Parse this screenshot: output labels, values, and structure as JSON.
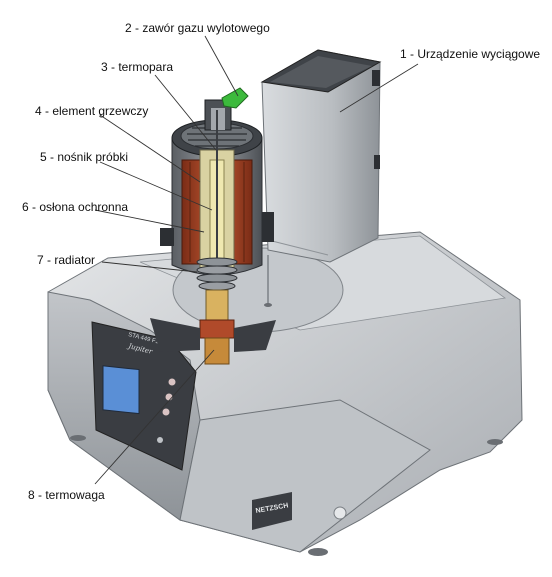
{
  "labels": {
    "l1": "1 - Urządzenie wyciągowe",
    "l2": "2 - zawór gazu wylotowego",
    "l3": "3 - termopara",
    "l4": "4 - element grzewczy",
    "l5": "5 - nośnik próbki",
    "l6": "6 - osłona ochronna",
    "l7": "7 - radiator",
    "l8": "8 - termowaga"
  },
  "device": {
    "model_text": "STA 449 F1",
    "script_text": "Jupiter",
    "brand": "NETZSCH"
  },
  "colors": {
    "housing": "#c9ccd0",
    "housing_dark": "#8e9398",
    "heater": "#b04a2a",
    "sample_holder": "#e8e0a0",
    "valve": "#3cba3c",
    "screen": "#5a8fd6"
  }
}
